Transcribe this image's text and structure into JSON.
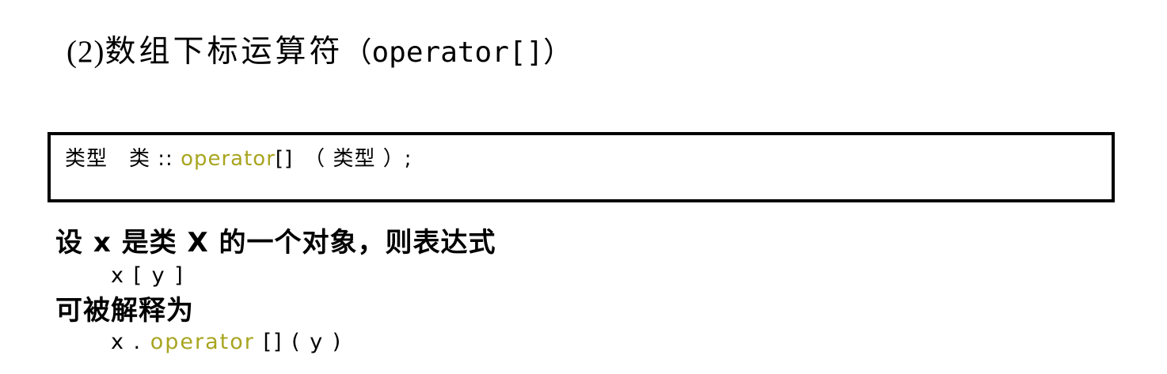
{
  "slide": {
    "title": {
      "index": "(2)",
      "cjk": "数组下标运算符",
      "signature": "（operator[]）"
    },
    "syntax_box": {
      "prefix": "类型　类 :: ",
      "keyword": "operator",
      "suffix": "[]　（ 类型 ）;"
    },
    "body": {
      "line1_prose": "设 x 是类 X 的一个对象，则表达式",
      "line2_code": "x [ y ]",
      "line3_prose": "可被解释为",
      "line4_code_prefix": "x . ",
      "line4_code_keyword": "operator",
      "line4_code_suffix": " [] ( y )"
    },
    "colors": {
      "background": "#ffffff",
      "text": "#000000",
      "keyword_operator": "#a8a520",
      "box_border": "#000000"
    }
  }
}
